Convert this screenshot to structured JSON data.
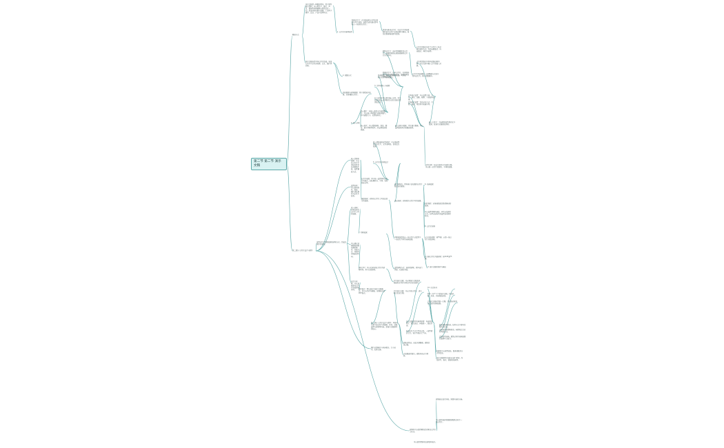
{
  "root": {
    "label": "第二节 第二节 演示文稿"
  },
  "branches": [
    {
      "label": "概述节点"
    },
    {
      "label": "第二部分 幻灯片设计与制作"
    }
  ],
  "nodes": [
    "演示文稿是一种图形程序，用于制作展示资料，可以将文字、图片、声音、视频等多种媒体元素组合在一起，形成动态的展示效果，广泛用于教学、会议、产品介绍等场合。",
    "演示文稿由若干张幻灯片组成，每张幻灯片可以包含标题、正文、图片等对象。",
    "1. 幻灯片的基本操作",
    "新建幻灯片：在开始选项卡中单击新建幻灯片按钮，选择合适的版式即可插入一张新的幻灯片。",
    "复制与移动幻灯片：在幻灯片浏览视图中选中幻灯片后拖动即可移动，按住控制键拖动即可复制。",
    "删除幻灯片：选中需要删除的幻灯片，按删除键或右键选择删除幻灯片命令即可。",
    "隐藏幻灯片：选中幻灯片，在放映选项卡中单击隐藏幻灯片，放映时将自动跳过该页。",
    "幻灯片的版式决定了幻灯片上各对象的排列方式，包括标题版式、内容版式、两栏内容等。",
    "占位符是版式中带有虚线边框的框，可以在其中输入文字或插入对象。",
    "2. 视图方式",
    "普通视图：最常用的编辑视图，可以编辑幻灯片内容和备注。",
    "幻灯片浏览视图：以缩略图方式显示所有幻灯片，便于调整顺序。",
    "阅读视图与放映视图：用于查看演示效果，全屏播放幻灯片。",
    "3. 文本的输入与编辑",
    "在占位符中单击即可输入文本，也可以通过插入文本框的方式在任意位置添加文字。",
    "文本格式设置：可以设置字体、字号、颜色、加粗、倾斜、下划线等效果。",
    "段落格式设置：包括对齐方式、行距、缩进、项目符号和编号等。",
    "4. 插入对象",
    "插入图片：在插入选项卡中选择图片，可以插入本机图片或联机图片，并可调整大小、位置和样式。",
    "插入形状：可以绘制线条、矩形、圆形、箭头等基本形状，并设置填充和轮廓。",
    "插入表格与图表：用于展示数据，可以设置表格样式和图表类型。",
    "插入艺术字：为标题添加特殊的文字效果，使演示文稿更加美观。",
    "插入音频和视频：可以在幻灯片中添加背景音乐或视频片段，设置播放方式。",
    "插入超链接和动作按钮：可以链接到其他幻灯片、文件或网页，实现交互效果。",
    "5. 幻灯片的外观设计",
    "应用主题：在设计选项卡中选择主题，可以统一幻灯片的颜色、字体和效果。",
    "设置背景：可以使用纯色、渐变、图片或纹理作为幻灯片背景。",
    "幻灯片母版：用于统一设置所有幻灯片的格式，如标题样式、字体、背景和标志等。",
    "修改母版后，所有基于该母版的幻灯片都会自动更新。",
    "6. 动画效果",
    "进入动画：对象出现在幻灯片上时的效果。",
    "强调动画：对象在幻灯片上时突出显示的效果。",
    "退出动画：对象离开幻灯片时的效果。",
    "动作路径：对象按照指定路径移动的效果。",
    "可以通过动画窗格调整动画的顺序、开始方式、持续时间和延迟时间。",
    "7. 切换效果",
    "切换效果是指从一张幻灯片过渡到下一张幻灯片时的动画效果。",
    "可以设置切换的速度、声音以及换片方式，如单击鼠标时或设置自动换片时间。",
    "8. 幻灯片放映",
    "从头开始放映：按F5键，从第一张幻灯片开始放映。",
    "从当前幻灯片开始放映：按Shift加F5键。",
    "自定义放映：可以选择部分幻灯片组成放映序列。",
    "排练计时：可以记录每张幻灯片的放映时间，用于自动放映。",
    "设置放映方式：演讲者放映、观众自行浏览、在展台浏览。",
    "9. 演示文稿的保存与输出",
    "保存格式：默认格式为演示文稿格式，也可以另存为模板、放映格式或PDF格式。",
    "打包演示文稿：可以将演示文稿及其链接的文件打包到文件夹或光盘中。",
    "打印演示文稿：可以打印幻灯片、讲义、备注页或大纲。",
    "10. 综合练习",
    "制作一份个人介绍演示文稿，包含封面、目录、内容和结束页。",
    "为演示文稿应用统一主题，并为各对象添加合适的动画效果。",
    "设置幻灯片切换效果和放映方式，完成后保存并放映。",
    "第二部分 幻灯片设计与制作：本部分主要介绍幻灯片的编辑、美化、动画设置与放映等内容，是演示文稿制作的核心。",
    "演示文稿制作的基本原则：内容简洁明了、重点突出、风格统一、图文并茂。",
    "每张幻灯片文字不宜过多，一般不超过七行，每行不超过七个词。",
    "颜色搭配要协调，背景与文字要有足够的对比度。",
    "字体选择要清晰易读，标题和正文应有明显区分。",
    "合理使用动画，避免过多的动画效果分散观众注意力。",
    "图片应清晰并与内容相关，大小适中，位置合理。",
    "图表应简洁，突出关键数据，避免信息过载。",
    "注意版面的留白，避免内容过于拥挤。",
    "结尾页可以放置总结、致谢或联系方式等信息。",
    "演示文稿制作完成后应进行检查，包括拼写、格式、链接和动画等。",
    "放映前应进行排练，熟悉内容和节奏。",
    "可以使用演讲者视图查看备注和下一张幻灯片。",
    "放映时可以使用笔和荧光笔在幻灯片上标注。",
    "可以使用黑屏或白屏暂停演示。"
  ]
}
